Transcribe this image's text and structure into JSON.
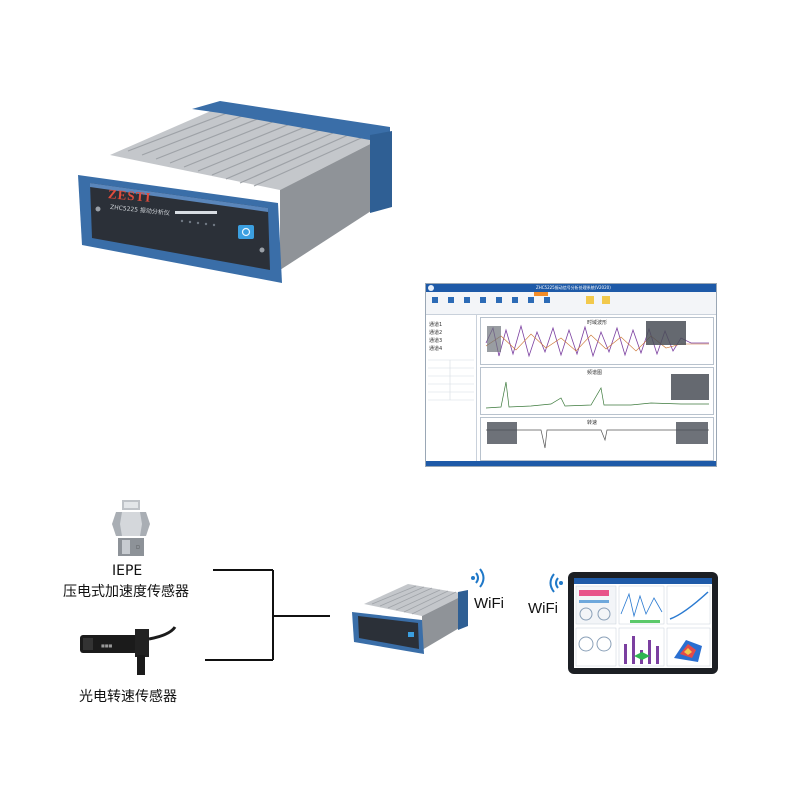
{
  "device": {
    "brand": "ZESTI",
    "model_text": "ZHC5225 振动分析仪"
  },
  "software_window": {
    "title": "ZHC5225振动信号分析处理系统(V2020)",
    "panels": [
      {
        "title": "时域波形"
      },
      {
        "title": "频谱图"
      },
      {
        "title": "转速"
      }
    ],
    "sidebar_items": [
      "通道1",
      "通道2",
      "通道3",
      "通道4"
    ]
  },
  "sensors": {
    "iepe_line1": "IEPE",
    "iepe_line2": "压电式加速度传感器",
    "optical_label": "光电转速传感器"
  },
  "links": {
    "wifi_left": "WiFi",
    "wifi_right": "WiFi"
  },
  "colors": {
    "device_blue": "#3a6ea8",
    "device_silver": "#b9bcc0",
    "wifi_blue": "#1f78c8",
    "window_blue": "#1e5aa8"
  }
}
